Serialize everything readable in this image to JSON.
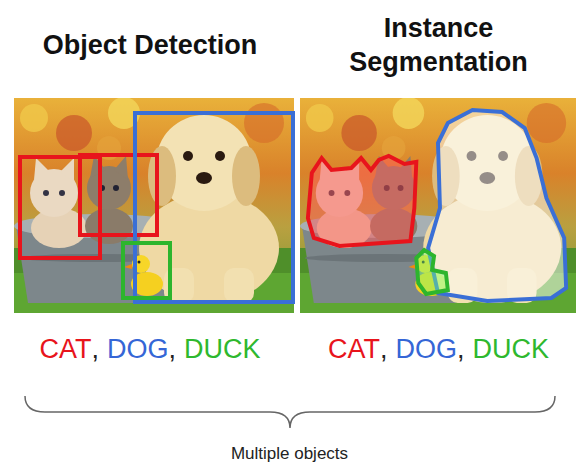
{
  "diagram": {
    "caption": "Multiple objects",
    "labels": [
      "Object Detection",
      "Instance Segmentation",
      "CAT",
      ",",
      "DOG",
      ",",
      "DUCK",
      "CAT",
      ",",
      "DOG",
      ",",
      "DUCK"
    ]
  }
}
